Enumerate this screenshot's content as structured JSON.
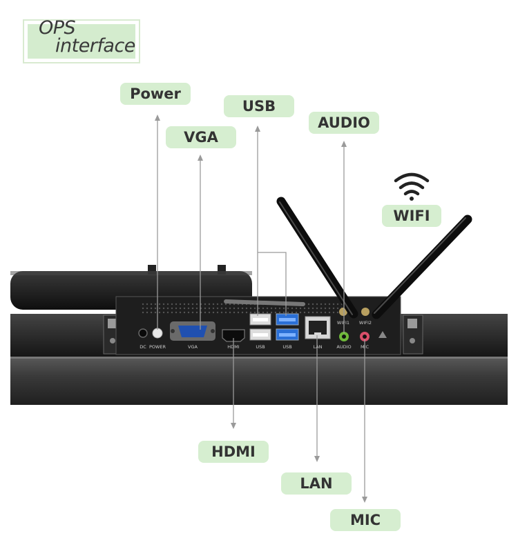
{
  "title": {
    "line1": "OPS",
    "line2": "interface"
  },
  "callouts": {
    "power": "Power",
    "vga": "VGA",
    "usb": "USB",
    "audio": "AUDIO",
    "wifi": "WIFI",
    "hdmi": "HDMI",
    "lan": "LAN",
    "mic": "MIC"
  },
  "panel_labels": {
    "dc": "DC",
    "power": "POWER",
    "vga": "VGA",
    "hdmi": "HDMI",
    "usb_left": "USB",
    "usb_right": "USB",
    "lan": "LAN",
    "audio": "AUDIO",
    "mic": "MIC",
    "wifi1": "WIFI1",
    "wifi2": "WIFI2"
  },
  "colors": {
    "label_bg": "#d6eed0",
    "usb3_blue": "#2a6fd6",
    "audio_green": "#6fb83a",
    "mic_pink": "#d94f6a",
    "device_dark": "#1c1c1c"
  },
  "icons": [
    "wifi-icon"
  ]
}
